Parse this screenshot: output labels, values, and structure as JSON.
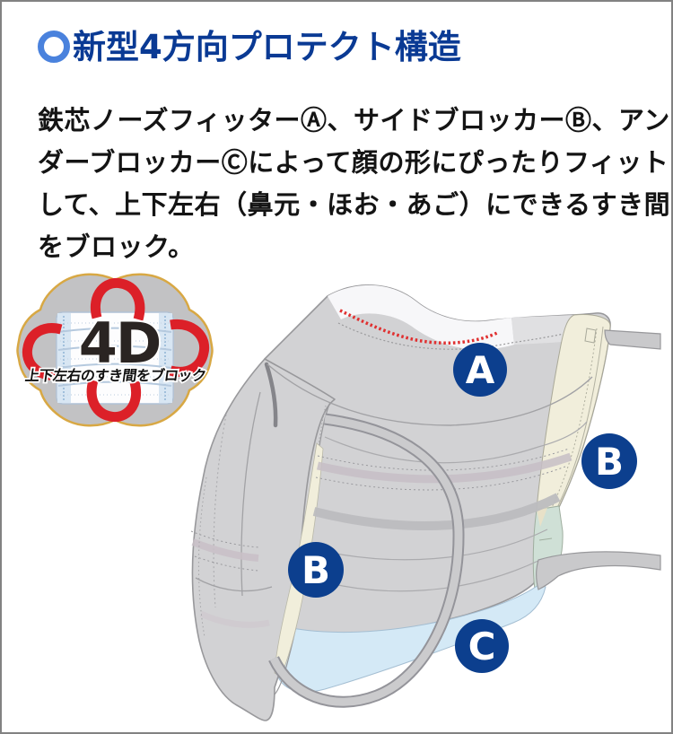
{
  "page": {
    "background": "#ffffff",
    "border_color": "#828282"
  },
  "header": {
    "title": "新型4方向プロテクト構造",
    "title_color": "#0a3a94",
    "ring_color": "#4a82dd"
  },
  "description": {
    "lines": [
      "鉄芯ノーズフィッターⒶ、サイドブロッカーⒷ、アン",
      "ダーブロッカーⒸによって顔の形にぴったりフィット",
      "して、上下左右（鼻元・ほお・あご）にできるすき間",
      "をブロック。"
    ],
    "text_color": "#141414"
  },
  "badge": {
    "big_text": "4D",
    "caption": "上下左右のすき間をブロック",
    "shape_fill": "#c2c2c4",
    "outline_color": "#d8a844",
    "swirl_color": "#dc2028",
    "big_text_color": "#2a2422"
  },
  "diagram": {
    "labels": {
      "nose_fitter": "A",
      "side_blocker_right": "B",
      "side_blocker_left": "B",
      "under_blocker": "C"
    },
    "label_circle_color": "#0c3f8e",
    "label_text_color": "#ffffff",
    "mask_fill": "#d2d2d4",
    "mask_outline": "#98989b",
    "nose_strip_fill": "#f7f7f9",
    "cream_fill": "#f1eedb",
    "under_blocker_fill": "#d4e9f6",
    "teal_corner_fill": "#cfe0d6",
    "stitch_red": "#e03030",
    "strap_fill": "#c9c9cb"
  }
}
